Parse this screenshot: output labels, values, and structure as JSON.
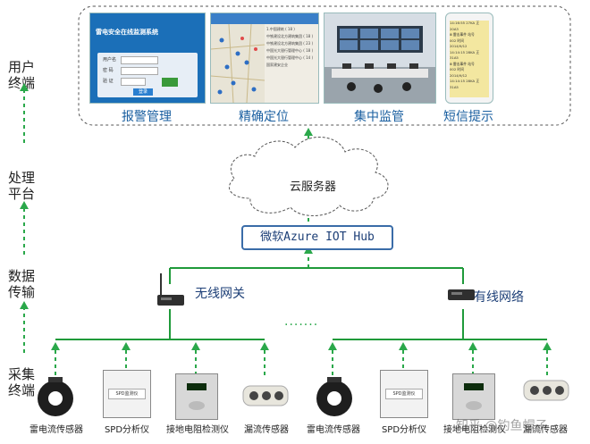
{
  "layers": [
    {
      "label": "用户\n终端"
    },
    {
      "label": "处理\n平台"
    },
    {
      "label": "数据\n传输"
    },
    {
      "label": "采集\n终端"
    }
  ],
  "apps": [
    {
      "caption": "报警管理",
      "screen_title": "雷电安全在线监测系统",
      "login_button": "登录",
      "field1": "用户名",
      "field2": "密 码",
      "field3": "验 证"
    },
    {
      "caption": "精确定位"
    },
    {
      "caption": "集中监管"
    },
    {
      "caption": "短信提示",
      "sms_lines": [
        "14:16:55 27KA 正",
        "20A3",
        "Ⅲ 雷击事件 站号",
        "002 时间",
        "2014/9/12",
        "14:14:15 28KA 正",
        "31A5",
        "Ⅲ 雷击事件 站号",
        "002 时间",
        "2014/9/12",
        "14:14:15 28KA 正",
        "31A5"
      ]
    }
  ],
  "map_items": [
    "1.中国建筑 ( 18 )",
    "中铁建设北方建筑集团 ( 18 )",
    "中铁建设北方建筑集团 ( 23 )",
    "中国光大银行管理中心 ( 18 )",
    "中国光大银行管理中心 ( 14 )",
    "国家建安企业"
  ],
  "cloud_label": "云服务器",
  "hub_label": "微软Azure IOT Hub",
  "gateways": [
    {
      "label": "无线网关"
    },
    {
      "label": "有线网络"
    }
  ],
  "ellipsis": "·······",
  "devices": [
    {
      "label": "雷电流传感器",
      "type": "ct"
    },
    {
      "label": "SPD分析仪",
      "type": "spd",
      "screen": "SPD监测仪"
    },
    {
      "label": "接地电阻检测仪",
      "type": "ground"
    },
    {
      "label": "漏流传感器",
      "type": "leak"
    },
    {
      "label": "雷电流传感器",
      "type": "ct"
    },
    {
      "label": "SPD分析仪",
      "type": "spd",
      "screen": "SPD监测仪"
    },
    {
      "label": "接地电阻检测仪",
      "type": "ground"
    },
    {
      "label": "漏流传感器",
      "type": "leak"
    }
  ],
  "watermark": "知乎 @钓鱼帽子",
  "colors": {
    "green_line": "#1f9a3a",
    "arrow": "#2aa84a",
    "navy": "#1d3f77",
    "caption": "#1a5fa0"
  }
}
